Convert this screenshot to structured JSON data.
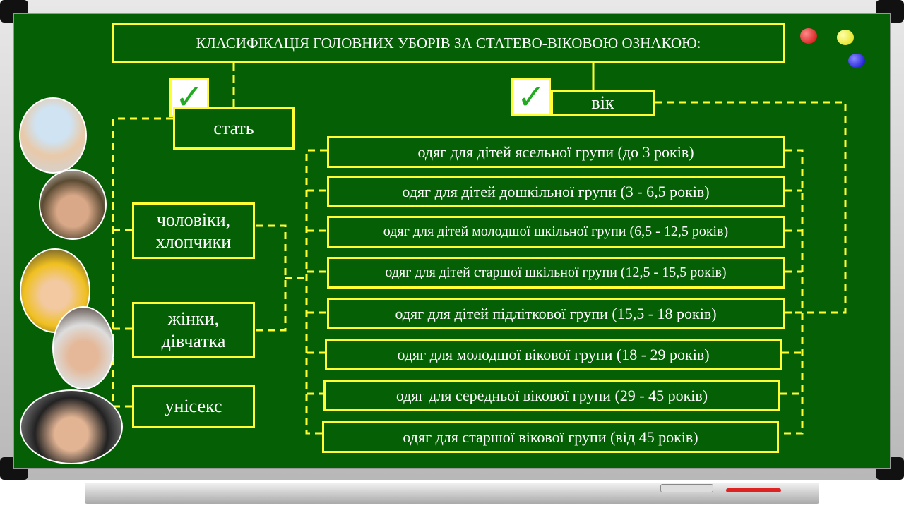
{
  "title": "КЛАСИФІКАЦІЯ ГОЛОВНИХ УБОРІВ ЗА СТАТЕВО-ВІКОВОЮ ОЗНАКОЮ:",
  "check_icon": "✓",
  "gender": {
    "label": "стать",
    "items": [
      "чоловіки, хлопчики",
      "жінки, дівчатка",
      "унісекс"
    ]
  },
  "age": {
    "label": "вік",
    "items": [
      "одяг для дітей ясельної групи (до 3 років)",
      "одяг для дітей дошкільної групи (3 - 6,5 років)",
      "одяг для дітей  молодшої шкільної групи (6,5 - 12,5 років)",
      "одяг для дітей  старшої шкільної групи (12,5 - 15,5 років)",
      "одяг для дітей підліткової групи (15,5 - 18 років)",
      "одяг  для молодшої вікової групи (18 - 29 років)",
      "одяг для середньої вікової групи (29 - 45 років)",
      "одяг  для старшої вікової групи (від 45 років)"
    ]
  },
  "colors": {
    "board": "#056005",
    "line": "#ffff33"
  }
}
